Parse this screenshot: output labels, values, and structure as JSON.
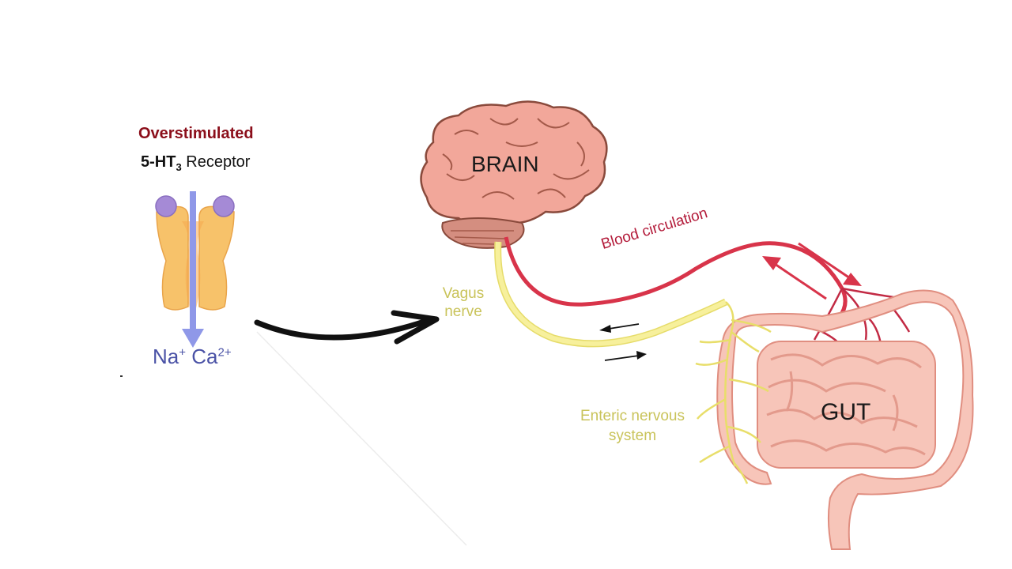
{
  "receptor": {
    "status": "Overstimulated",
    "name_main": "5-HT",
    "name_sub": "3",
    "name_rest": "Receptor",
    "ion1": "Na",
    "ion1_charge": "+",
    "ion2": "Ca",
    "ion2_charge": "2+"
  },
  "diagram": {
    "brain": "BRAIN",
    "gut": "GUT",
    "vagus_line1": "Vagus",
    "vagus_line2": "nerve",
    "blood": "Blood circulation",
    "enteric_line1": "Enteric nervous",
    "enteric_line2": "system"
  },
  "colors": {
    "overstimulated": "#8b0e1a",
    "ion_text": "#4a52a6",
    "nerve_yellow": "#f3ea86",
    "blood_red": "#d8344a",
    "brain_pink": "#f2a79a",
    "gut_pink": "#f7c5b9",
    "receptor_orange": "#f7c26a",
    "ligand_purple": "#a58ad6"
  }
}
